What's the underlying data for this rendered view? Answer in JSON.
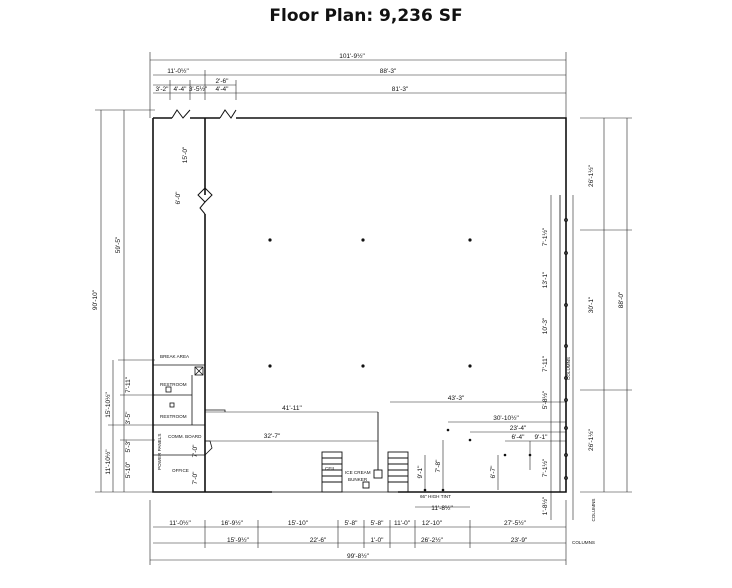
{
  "title": "Floor Plan: 9,236 SF",
  "dimensions": {
    "top_overall": "101'-9½\"",
    "top_left_bay": "11'-0½\"",
    "top_right_span": "88'-3\"",
    "top_small_a": "3'-2\"",
    "top_small_b": "4'-4\"",
    "top_small_c": "3'-5½\"",
    "top_small_d": "2'-6\"",
    "top_small_e": "4'-4\"",
    "top_inner": "81'-3\"",
    "left_overall": "90'-10\"",
    "left_upper": "59'-5\"",
    "left_lower_a": "15'-10½\"",
    "left_lower_b": "11'-10½\"",
    "left_rr_a": "7'-11\"",
    "left_rr_b": "3'-5\"",
    "left_rr_c": "5'-10\"",
    "left_rr_d": "5'-3\"",
    "wall_15": "15'-0\"",
    "wall_6": "6'-0\"",
    "wall_7a": "7'-0\"",
    "wall_7b": "7'-0\"",
    "right_top": "26'-1½\"",
    "right_overall": "88'-0\"",
    "right_mid": "30'-1\"",
    "right_low": "26'-1½\"",
    "col_a": "7'-1½\"",
    "col_b": "13'-1\"",
    "col_c": "10'-3\"",
    "col_d": "7'-11\"",
    "col_e": "5'-8½\"",
    "col_f": "7'-1½\"",
    "col_g": "1'-8½\"",
    "inner_41": "41'-11\"",
    "inner_43": "43'-3\"",
    "inner_32": "32'-7\"",
    "inner_30": "30'-10½\"",
    "inner_23": "23'-4\"",
    "inner_6": "6'-4\"",
    "inner_9": "9'-1\"",
    "inner_9b": "9'-1\"",
    "inner_7": "7'-8\"",
    "inner_6b": "6'-7\"",
    "inner_11": "11'-8½\"",
    "bot1_a": "11'-0½\"",
    "bot1_b": "16'-9½\"",
    "bot1_c": "15'-10\"",
    "bot1_d": "5'-8\"",
    "bot1_e": "5'-8\"",
    "bot1_f": "11'-0\"",
    "bot1_g": "12'-10\"",
    "bot1_h": "27'-5½\"",
    "bot2_a": "15'-9½\"",
    "bot2_b": "22'-6\"",
    "bot2_c": "1'-0\"",
    "bot2_d": "26'-2½\"",
    "bot2_e": "23'-9\"",
    "bottom_overall": "99'-8½\""
  },
  "labels": {
    "break_area": "BREAK AREA",
    "restroom_1": "RESTROOM",
    "restroom_2": "RESTROOM",
    "comm_board": "COMM. BOARD",
    "power_panels": "POWER PANELS",
    "office": "OFFICE",
    "ice_cream": "ICE CREAM",
    "bunker": "BUNKER",
    "high_tint": "66\" HIGH TINT",
    "columns_right": "COLUMNS",
    "columns_bottom": "COLUMNS",
    "columns_side": "COLUMNS",
    "ceiling": "CEIL"
  }
}
